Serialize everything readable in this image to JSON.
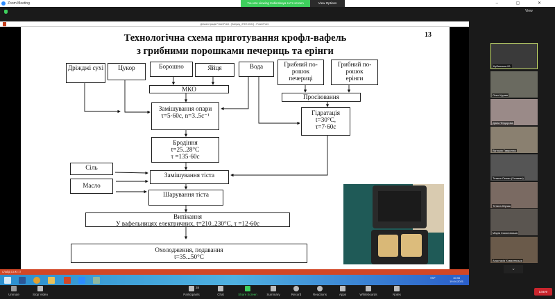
{
  "zoom": {
    "window_title": "Zoom Meeting",
    "banner": "You are viewing Kubinskaya UA's screen",
    "view_options": "View Options",
    "view": "View",
    "window_controls": "– ▢ ✕"
  },
  "ppt": {
    "window_title": "Демонстрація PowerPoint - [Каприц_ЗТЕЗ 2021] - PowerPoint",
    "status": "СЛАЙД 13 ИЗ 17"
  },
  "slide": {
    "title_line1": "Технологічна схема приготування крофл-вафель",
    "title_line2": "з грибними порошками печериць та ерінги",
    "number": "13",
    "boxes": {
      "yeast": "Дріжджі сухі",
      "sugar": "Цукор",
      "flour": "Борошно",
      "eggs": "Яйця",
      "water": "Вода",
      "mushroom1": "Грибний по-рошок печериці",
      "mushroom2": "Грибний по-рошок ерінги",
      "mko": "МКО",
      "sifting": "Просіювання",
      "dough_mix_title": "Замішування опари",
      "dough_mix_params": "τ=5·60с, n=3..5с⁻¹",
      "hydration_title": "Гідратація",
      "hydration_t": "t=30°С,",
      "hydration_tau": "τ=7·60с",
      "ferment_title": "Бродіння",
      "ferment_t": "t=25..28°С",
      "ferment_tau": "τ =135·60с",
      "salt": "Сіль",
      "butter": "Масло",
      "knead": "Замішування тіста",
      "layer": "Шарування тіста",
      "bake_title": "Випікання",
      "bake_params": "У вафельницях електричних, t=210..230°С, τ =12·60с",
      "cool_title": "Охолодження, подавання",
      "cool_params": "t=35...50°С"
    }
  },
  "taskbar": {
    "time": "10:35",
    "date": "19.04.2021",
    "lang": "УКР"
  },
  "participants": [
    {
      "name": "Кубинська Ю."
    },
    {
      "name": "Олег Кураш"
    },
    {
      "name": "Діана Федорова"
    },
    {
      "name": "Вікторія Гаврилюк"
    },
    {
      "name": "Тетяна Семко (Хозяєва)"
    },
    {
      "name": "Тетяна Юрчак"
    },
    {
      "name": "Марія Соколовська"
    },
    {
      "name": "Анастасія Ковалевська"
    }
  ],
  "toolbar": {
    "unmute": "Unmute",
    "stop_video": "Stop Video",
    "participants": "Participants",
    "participants_count": "38",
    "chat": "Chat",
    "share": "Share Screen",
    "summary": "Summary",
    "record": "Record",
    "reactions": "Reactions",
    "apps": "Apps",
    "whiteboards": "Whiteboards",
    "notes": "Notes",
    "leave": "Leave"
  }
}
